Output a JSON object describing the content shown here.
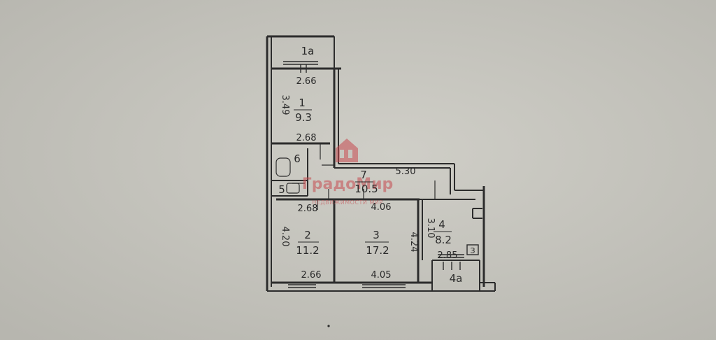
{
  "plan": {
    "rooms": [
      {
        "id": "1a",
        "label": "1а"
      },
      {
        "id": "1",
        "label": "1",
        "area": "9.3"
      },
      {
        "id": "2",
        "label": "2",
        "area": "11.2"
      },
      {
        "id": "3",
        "label": "3",
        "area": "17.2"
      },
      {
        "id": "4",
        "label": "4",
        "area": "8.2"
      },
      {
        "id": "4a",
        "label": "4а"
      },
      {
        "id": "5",
        "label": "5"
      },
      {
        "id": "6",
        "label": "6"
      },
      {
        "id": "hall",
        "label": "7",
        "area": "10.5"
      }
    ],
    "dimensions": {
      "r1_top": "2.66",
      "r1_bottom": "2.68",
      "r1_side": "3.49",
      "hall_len": "5.30",
      "r2_top": "2.68",
      "r2_bottom": "2.66",
      "r2_side": "4.20",
      "r3_top": "4.06",
      "r3_bottom": "4.05",
      "r3_side": "4.24",
      "r4_side": "3.10",
      "r4_bottom": "2.85"
    },
    "marker": "З"
  },
  "watermark": {
    "brand": "ГрадоМир",
    "tagline": "НЕДВИЖИМОСТИ МИР"
  }
}
